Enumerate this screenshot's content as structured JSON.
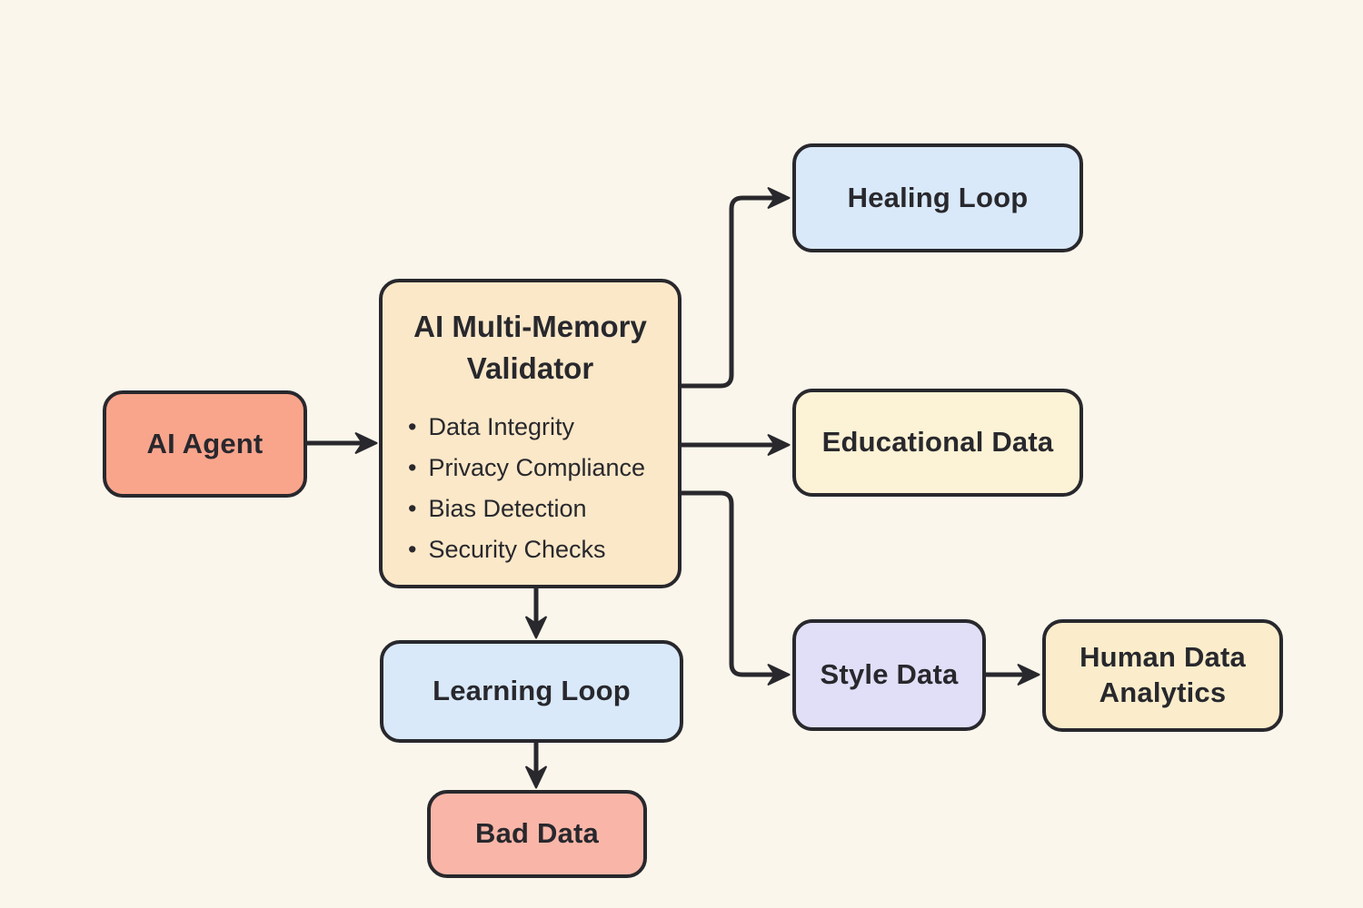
{
  "diagram": {
    "background_color": "#FBF6EB",
    "line_color": "#28282D",
    "text_color": "#28282D",
    "nodes": {
      "ai_agent": {
        "label": "AI Agent",
        "fill": "#F8A58C"
      },
      "validator": {
        "title": "AI Multi-Memory Validator",
        "fill": "#FBE8C8",
        "bullet": "•",
        "items": [
          "Data Integrity",
          "Privacy Compliance",
          "Bias Detection",
          "Security Checks"
        ]
      },
      "healing_loop": {
        "label": "Healing Loop",
        "fill": "#D9E9FA"
      },
      "educational_data": {
        "label": "Educational Data",
        "fill": "#FCF2D5"
      },
      "style_data": {
        "label": "Style Data",
        "fill": "#E0DFF7"
      },
      "human_data_analytics": {
        "label": "Human Data Analytics",
        "fill": "#FBEDCB"
      },
      "learning_loop": {
        "label": "Learning Loop",
        "fill": "#D9E9FA"
      },
      "bad_data": {
        "label": "Bad Data",
        "fill": "#F9B6A8"
      }
    },
    "edges": [
      {
        "from": "ai_agent",
        "to": "validator"
      },
      {
        "from": "validator",
        "to": "healing_loop"
      },
      {
        "from": "validator",
        "to": "educational_data"
      },
      {
        "from": "validator",
        "to": "style_data"
      },
      {
        "from": "validator",
        "to": "learning_loop"
      },
      {
        "from": "learning_loop",
        "to": "bad_data"
      },
      {
        "from": "style_data",
        "to": "human_data_analytics"
      }
    ]
  }
}
